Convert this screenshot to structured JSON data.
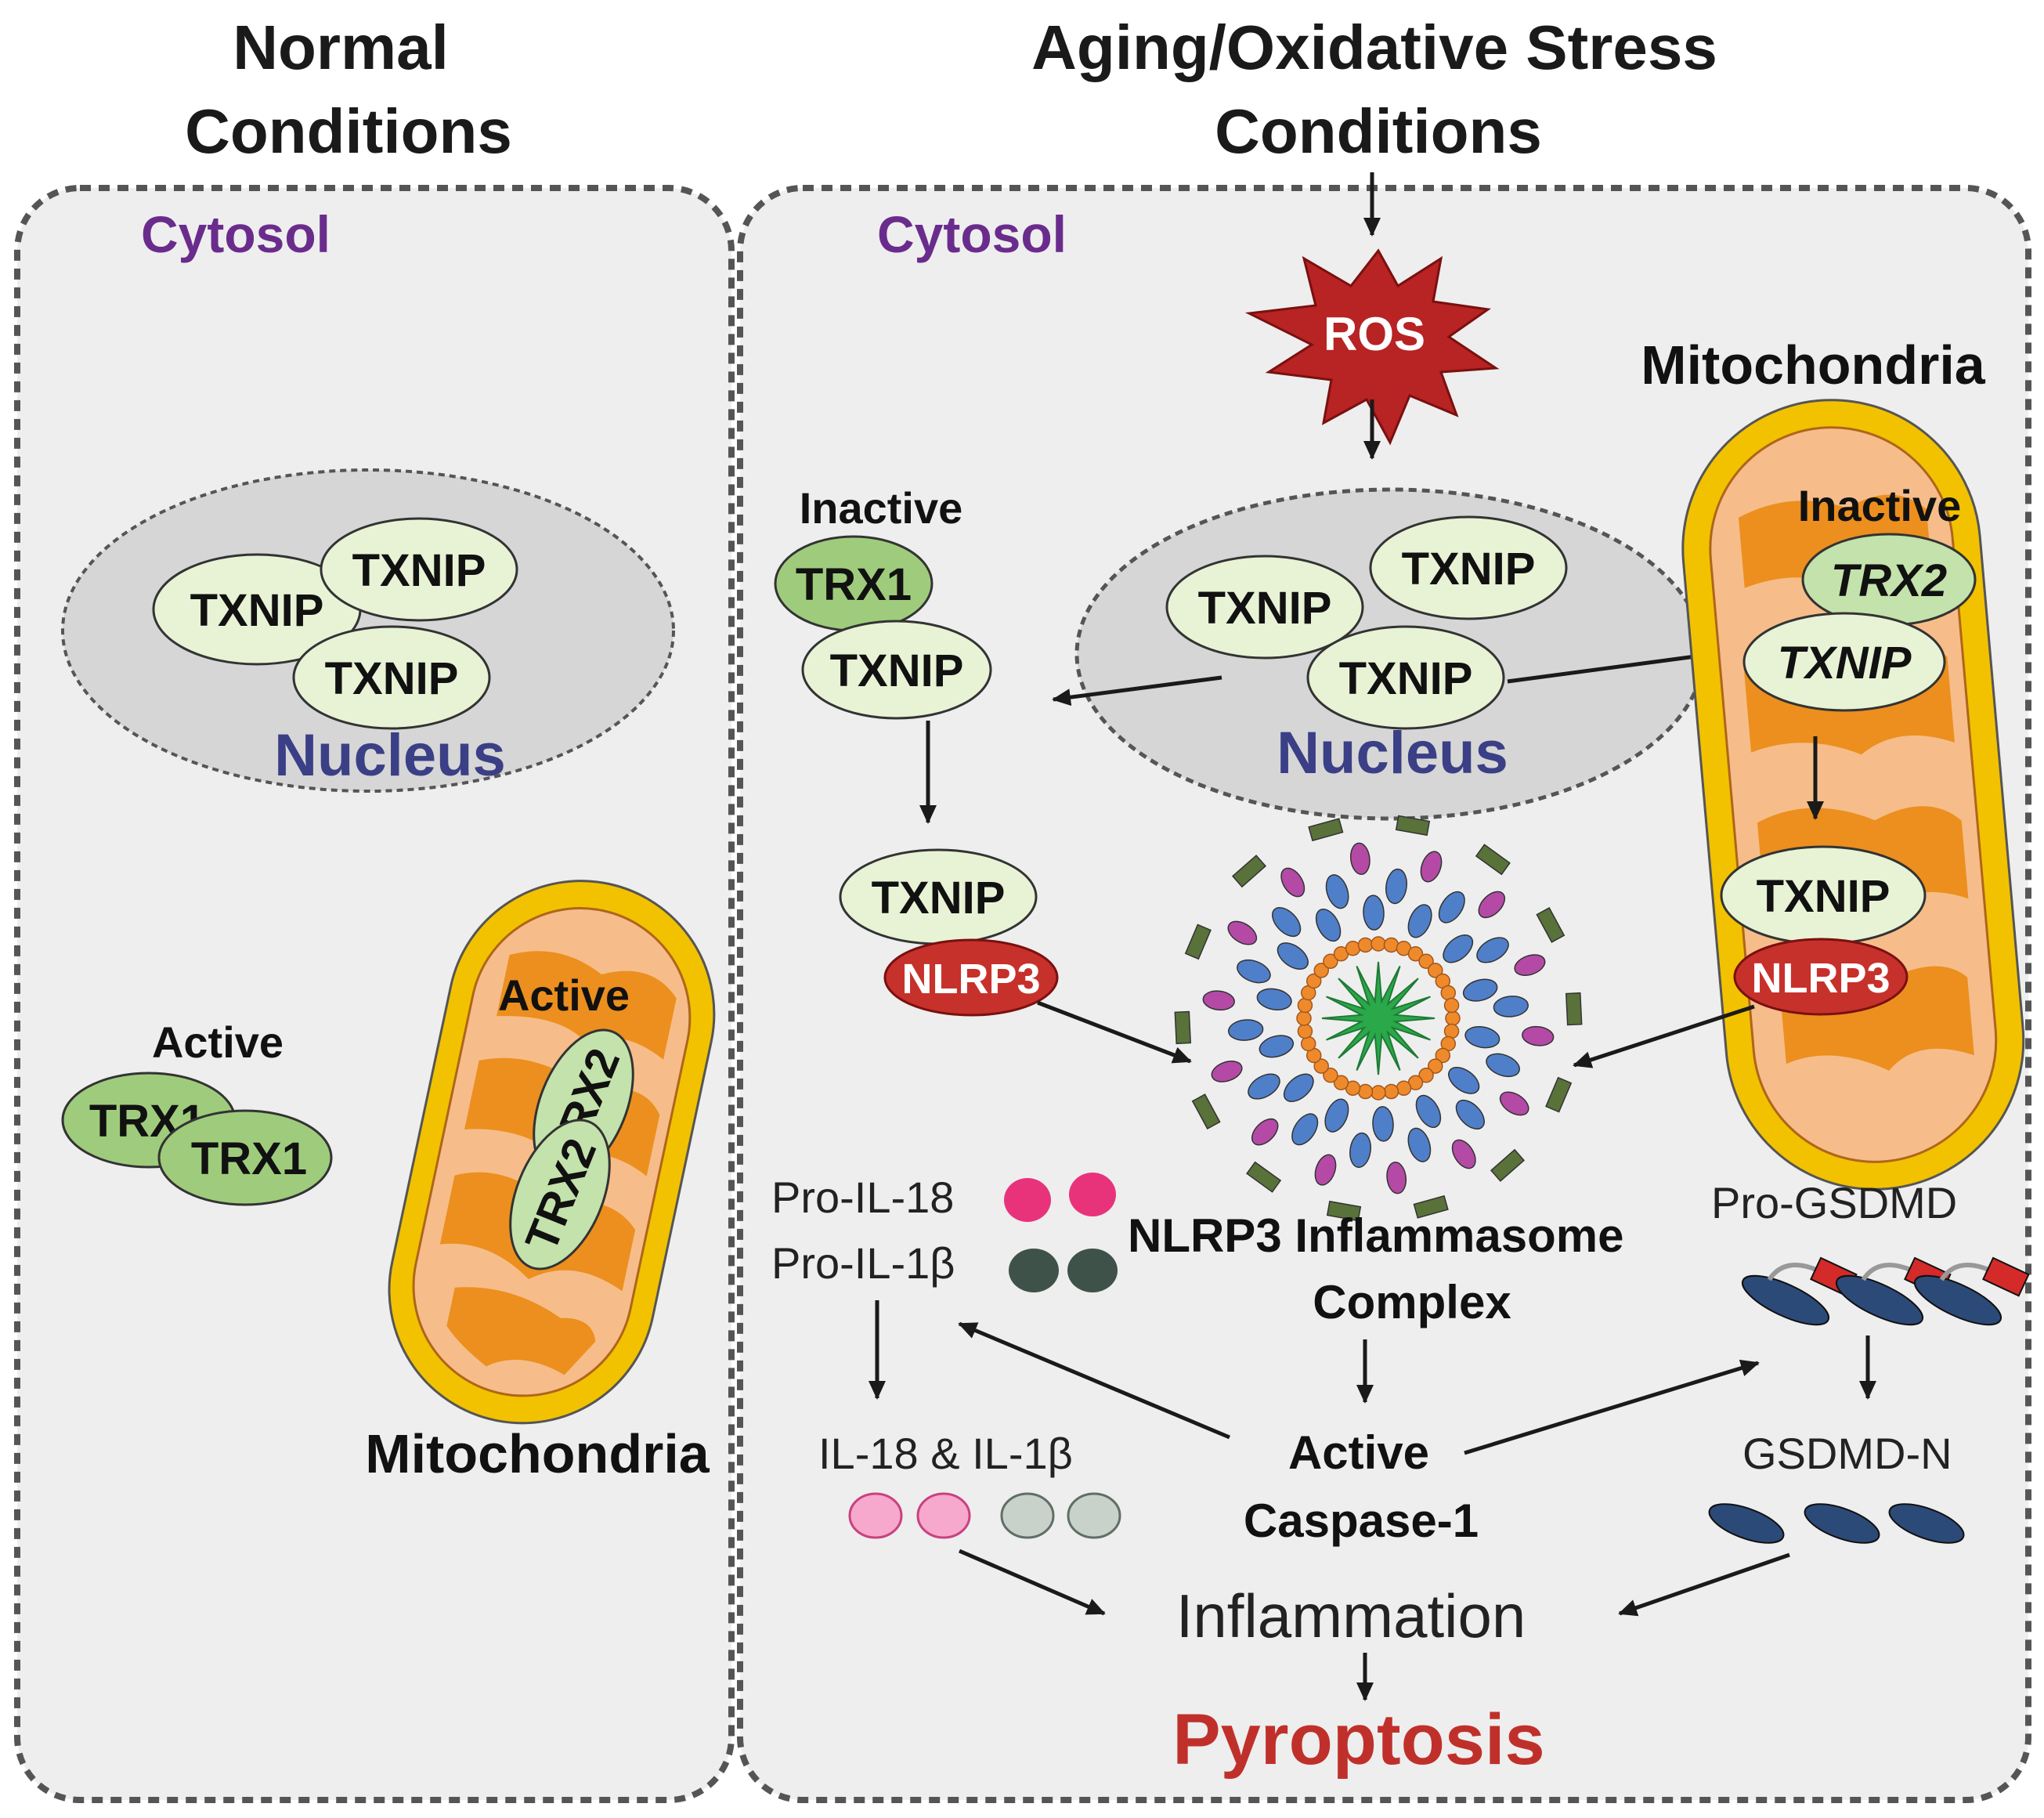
{
  "headers": {
    "normal": [
      "Normal",
      "Conditions"
    ],
    "stress": [
      "Aging/Oxidative Stress",
      "Conditions"
    ]
  },
  "normal_panel": {
    "cytosol": "Cytosol",
    "nucleus": "Nucleus",
    "txnip": [
      "TXNIP",
      "TXNIP",
      "TXNIP"
    ],
    "active_trx1_label": "Active",
    "trx1": [
      "TRX1",
      "TRX1"
    ],
    "mito_active_label": "Active",
    "trx2": [
      "TRX2",
      "TRX2"
    ],
    "mitochondria": "Mitochondria"
  },
  "stress_panel": {
    "cytosol": "Cytosol",
    "ros": "ROS",
    "mitochondria": "Mitochondria",
    "inactive_left": "Inactive",
    "trx1": "TRX1",
    "txnip_trx1": "TXNIP",
    "nucleus": "Nucleus",
    "nuc_txnip": [
      "TXNIP",
      "TXNIP",
      "TXNIP"
    ],
    "inactive_mito": "Inactive",
    "trx2": "TRX2",
    "txnip_trx2": "TXNIP",
    "txnip_nlrp3_left": "TXNIP",
    "nlrp3_left": "NLRP3",
    "txnip_nlrp3_right": "TXNIP",
    "nlrp3_right": "NLRP3",
    "pro_il18": "Pro-IL-18",
    "pro_il1b": "Pro-IL-1β",
    "inflammasome": [
      "NLRP3 Inflammasome",
      "Complex"
    ],
    "pro_gsdmd": "Pro-GSDMD",
    "il_label": "IL-18  & IL-1β",
    "caspase": [
      "Active",
      "Caspase-1"
    ],
    "gsdmd_n": "GSDMD-N",
    "inflammation": "Inflammation",
    "pyroptosis": "Pyroptosis"
  },
  "colors": {
    "panel_bg": "#eeeeee",
    "nucleus_bg": "#d6d6d6",
    "txnip_fill": "#e8f3d6",
    "trx_fill": "#9fcc7c",
    "trx_light": "#c4e2ab",
    "nlrp3": "#c7312b",
    "ros": "#b82323",
    "mito_outer": "#f2c200",
    "mito_matrix": "#f6bd8a",
    "mito_cristae": "#ec8f1e",
    "il18": "#e8337a",
    "il1b": "#3f524a",
    "gsdmd_body": "#2c4a78",
    "gsdmd_tag": "#d42a2a"
  }
}
